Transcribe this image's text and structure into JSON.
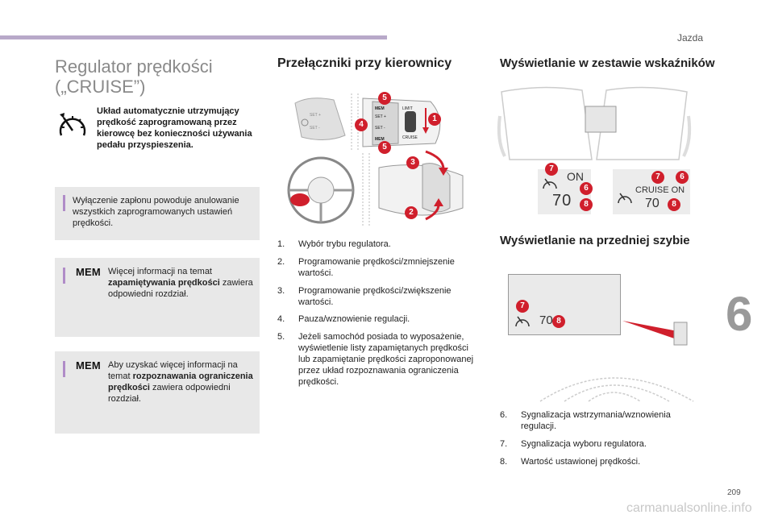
{
  "header": {
    "section": "Jazda",
    "chapter": "6",
    "page": "209"
  },
  "left": {
    "title_line1": "Regulator prędkości",
    "title_line2": "(„CRUISE”)",
    "intro": "Układ automatycznie utrzymujący prędkość zaprogramowaną przez kierowcę bez konieczności używania pedału przyspieszenia.",
    "info1": "Wyłączenie zapłonu powoduje anulowanie wszystkich zaprogramowanych ustawień prędkości.",
    "mem_label": "MEM",
    "info2_a": "Więcej informacji na temat ",
    "info2_b": "zapamiętywania prędkości",
    "info2_c": " zawiera odpowiedni rozdział.",
    "info3_a": "Aby uzyskać więcej informacji na temat ",
    "info3_b": "rozpoznawania ograniczenia prędkości",
    "info3_c": " zawiera odpowiedni rozdział."
  },
  "middle": {
    "heading": "Przełączniki przy kierownicy",
    "stalk_labels": {
      "mem": "MEM",
      "set_minus": "SET -",
      "set_plus": "SET +",
      "limit": "LIMIT",
      "cruise": "CRUISE"
    },
    "items": [
      {
        "num": "1.",
        "text": "Wybór trybu regulatora."
      },
      {
        "num": "2.",
        "text": "Programowanie prędkości/zmniejszenie wartości."
      },
      {
        "num": "3.",
        "text": "Programowanie prędkości/zwiększenie wartości."
      },
      {
        "num": "4.",
        "text": "Pauza/wznowienie regulacji."
      },
      {
        "num": "5.",
        "text": "Jeżeli samochód posiada to wyposażenie, wyświetlenie listy zapamiętanych prędkości lub zapamiętanie prędkości zaproponowanej przez układ rozpoznawania ograniczenia prędkości."
      }
    ]
  },
  "right": {
    "heading1": "Wyświetlanie w zestawie wskaźników",
    "heading2": "Wyświetlanie na przedniej szybie",
    "display1": {
      "state": "ON",
      "speed": "70"
    },
    "display2": {
      "mode": "CRUISE",
      "state": "ON",
      "speed": "70"
    },
    "hud": {
      "speed": "70"
    },
    "items": [
      {
        "num": "6.",
        "text": "Sygnalizacja wstrzymania/wznowienia regulacji."
      },
      {
        "num": "7.",
        "text": "Sygnalizacja wyboru regulatora."
      },
      {
        "num": "8.",
        "text": "Wartość ustawionej prędkości."
      }
    ]
  },
  "callouts": [
    "1",
    "2",
    "3",
    "4",
    "5",
    "6",
    "7",
    "8"
  ],
  "footer": {
    "watermark": "carmanualsonline.info"
  },
  "colors": {
    "accent_bar": "#b8a9c9",
    "info_bar": "#b08cc8",
    "callout": "#d01f2c",
    "box": "#e8e8e8"
  }
}
